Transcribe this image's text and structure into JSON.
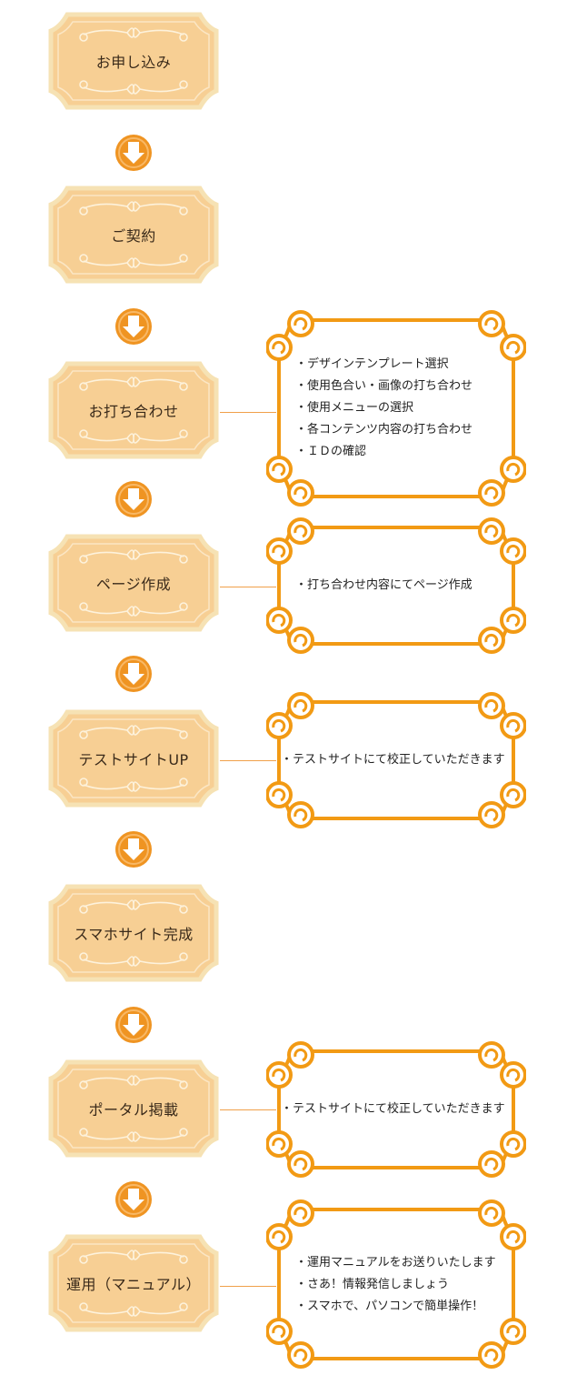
{
  "colors": {
    "step_fill": "#f7cf94",
    "step_border": "#f6e2b4",
    "arrow": "#ef9422",
    "note_border": "#f29a14",
    "connector": "#f0a04a"
  },
  "icons": {
    "arrow": "arrow-down-icon"
  },
  "steps": [
    {
      "label": "お申し込み"
    },
    {
      "label": "ご契約"
    },
    {
      "label": "お打ち合わせ"
    },
    {
      "label": "ページ作成"
    },
    {
      "label": "テストサイトUP"
    },
    {
      "label": "スマホサイト完成"
    },
    {
      "label": "ポータル掲載"
    },
    {
      "label": "運用（マニュアル）"
    }
  ],
  "notes": {
    "uchiawase": [
      "・デザインテンプレート選択",
      "・使用色合い・画像の打ち合わせ",
      "・使用メニューの選択",
      "・各コンテンツ内容の打ち合わせ",
      "・ＩＤの確認"
    ],
    "page_sakusei": [
      "・打ち合わせ内容にてページ作成"
    ],
    "test_site": [
      "・テストサイトにて校正していただきます"
    ],
    "portal": [
      "・テストサイトにて校正していただきます"
    ],
    "unyou": [
      "・運用マニュアルをお送りいたします",
      "・さあ！情報発信しましょう",
      "・スマホで、パソコンで簡単操作！"
    ]
  }
}
